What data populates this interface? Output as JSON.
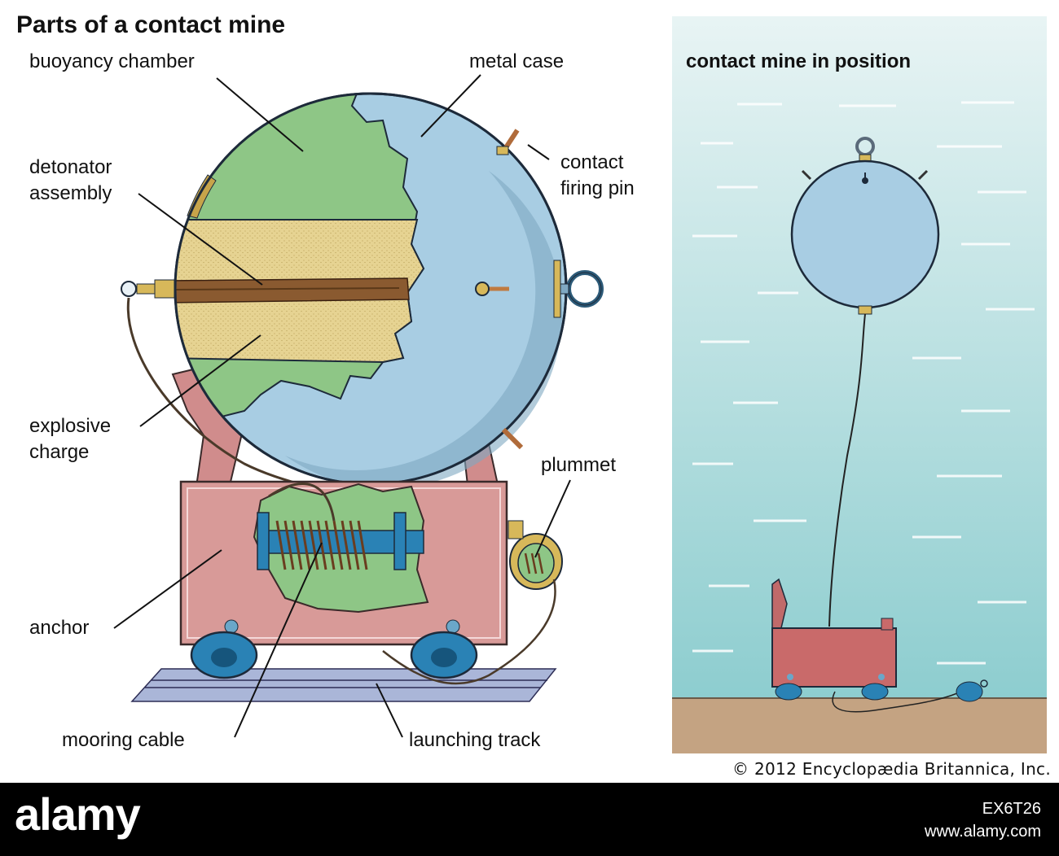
{
  "diagram": {
    "title": "Parts of a contact mine",
    "labels": {
      "buoyancy_chamber": "buoyancy chamber",
      "metal_case": "metal case",
      "detonator_assembly": [
        "detonator",
        "assembly"
      ],
      "contact_firing_pin": [
        "contact",
        "firing pin"
      ],
      "explosive_charge": [
        "explosive",
        "charge"
      ],
      "plummet": "plummet",
      "anchor": "anchor",
      "mooring_cable": "mooring cable",
      "launching_track": "launching track"
    },
    "position_panel_title": "contact mine in position",
    "copyright": "© 2012 Encyclopædia Britannica, Inc."
  },
  "watermark": {
    "logo_text": "alamy",
    "image_id": "EX6T26",
    "url": "www.alamy.com"
  },
  "colors": {
    "sea_top": "#e6f3f3",
    "sea_bottom": "#8fcfd0",
    "seabed": "#c4a382",
    "metal_case": "#a8cde3",
    "buoyancy_chamber": "#8ec686",
    "explosive": "#e6d392",
    "anchor": "#d89a98",
    "wheels": "#2a82b5"
  }
}
